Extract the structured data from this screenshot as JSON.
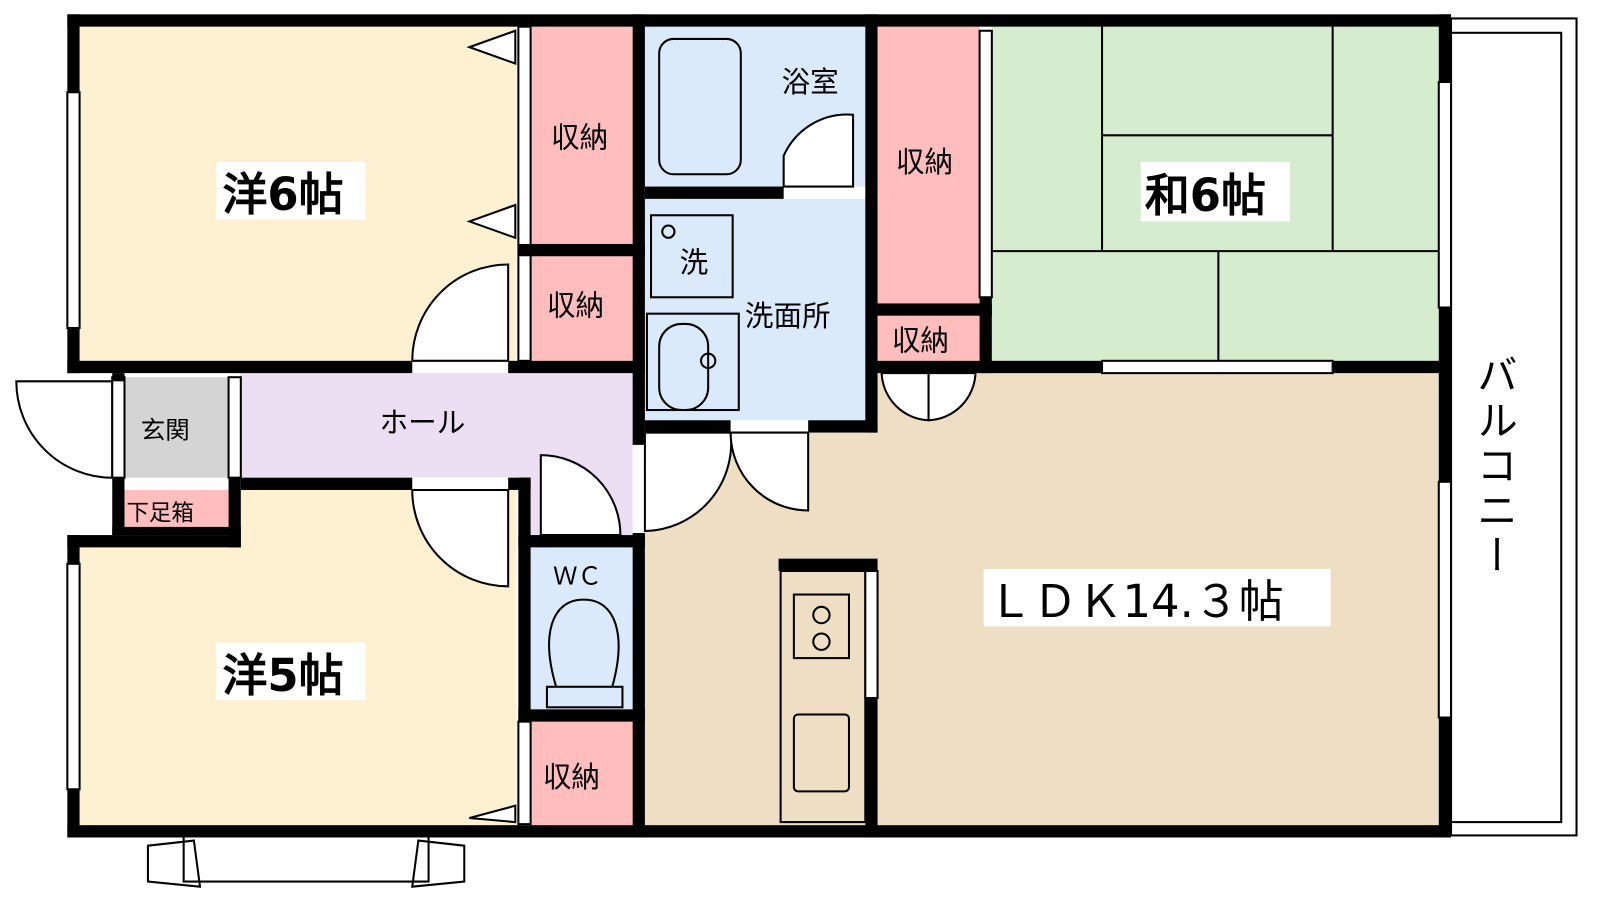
{
  "rooms": {
    "western_6": "洋6帖",
    "western_5": "洋5帖",
    "japanese_6": "和6帖",
    "ldk": "ＬＤＫ14.３帖",
    "bath": "浴室",
    "washroom": "洗面所",
    "washer": "洗",
    "hall": "ホール",
    "entrance": "玄関",
    "shoe_box": "下足箱",
    "wc": "ＷＣ",
    "balcony": "バルコニー",
    "storage": [
      "収納",
      "収納",
      "収納",
      "収納",
      "収納"
    ]
  },
  "colors": {
    "western": "#fdf1d2",
    "storage": "#ffbdbd",
    "wet": "#dbeafb",
    "japanese": "#d6ecce",
    "hall": "#ecdff3",
    "ldk": "#eedfc4",
    "entrance": "#d4d4d4"
  }
}
